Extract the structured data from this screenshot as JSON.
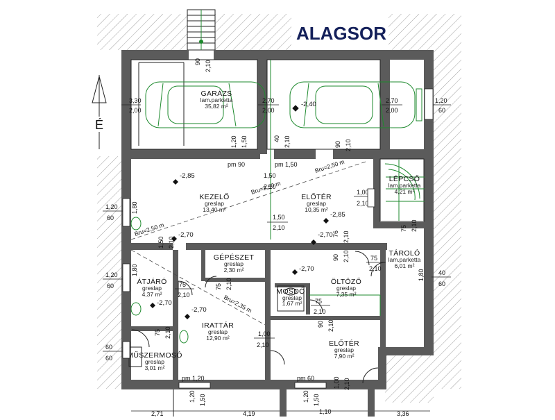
{
  "title": "ALAGSOR",
  "north": "É",
  "rooms": {
    "garazs": {
      "name": "GARÁZS",
      "floor": "lam.parketta",
      "area": "35,82 m²"
    },
    "kezelo": {
      "name": "KEZELŐ",
      "floor": "greslap",
      "area": "13,40 m²"
    },
    "eloter1": {
      "name": "ELŐTÉR",
      "floor": "greslap",
      "area": "10,35 m²"
    },
    "lepcso": {
      "name": "LÉPCSŐ",
      "floor": "lam.parketta",
      "area": "4,21 m²"
    },
    "gepeszet": {
      "name": "GÉPÉSZET",
      "floor": "greslap",
      "area": "2,30 m²"
    },
    "atjaro": {
      "name": "ÁTJÁRÓ",
      "floor": "greslap",
      "area": "4,37 m²"
    },
    "tarolo": {
      "name": "TÁROLÓ",
      "floor": "lam.parketta",
      "area": "6,01 m²"
    },
    "oltozo": {
      "name": "ÖLTÖZŐ",
      "floor": "greslap",
      "area": "7,35 m²"
    },
    "mosdo": {
      "name": "MOSDÓ",
      "floor": "greslap",
      "area": "1,67 m²"
    },
    "irattar": {
      "name": "IRATTÁR",
      "floor": "greslap",
      "area": "12,90 m²"
    },
    "eloter2": {
      "name": "ELŐTÉR",
      "floor": "greslap",
      "area": "7,90 m²"
    },
    "muszermoso": {
      "name": "MŰSZERMOSÓ",
      "floor": "greslap",
      "area": "3,01 m²"
    }
  },
  "levels": {
    "garazs": "-2,40",
    "kezelo": "-2,85",
    "eloter": "-2,85",
    "corr_left": "-2,70",
    "corr_right": "-2,70",
    "oltozo": "-2,70",
    "atjaro": "-2,70",
    "irattar": "-2,70"
  },
  "dimensions": {
    "stair_90": "90",
    "stair_210": "2,10",
    "gar_l_330": "3,30",
    "gar_l_200": "2,00",
    "gar_m_270": "2,70",
    "gar_m_200": "2,00",
    "gar_r_270": "2,70",
    "gar_r_200": "2,00",
    "win_gar_120": "1,20",
    "win_gar_60": "60",
    "d_120": "1,20",
    "d_150": "1,50",
    "d_40": "40",
    "d_210a": "2,10",
    "d_90a": "90",
    "d_210b": "2,10",
    "pm90": "pm 90",
    "pm150": "pm 1,50",
    "bru1": "Bru=2,50 m",
    "bru2": "Bru=2,50 m",
    "bru3": "Bru=2,50 m",
    "bru4": "Bru=2,35 m",
    "k_150": "1,50",
    "k_210": "2,10",
    "k_150b": "1,50",
    "k_210b": "2,10",
    "e_100": "1,00",
    "e_210": "2,10",
    "w_kez_120": "1,20",
    "w_kez_60": "60",
    "w_kez_180": "1,80",
    "l_75": "75",
    "l_210": "2,10",
    "c_150": "1,50",
    "c_210": "2,10",
    "c_76": "76",
    "c_210b": "2,10",
    "t_75": "75",
    "t_210": "2,10",
    "t_90": "90",
    "t_210b": "2,10",
    "w_atj_120": "1,20",
    "w_atj_60": "60",
    "w_atj_180": "1,80",
    "a_75": "75",
    "a_210": "2,10",
    "g_75": "75",
    "g_210": "2,10",
    "w_tar_40": "40",
    "w_tar_60": "60",
    "w_tar_180": "1,80",
    "m_75": "75",
    "m_210": "2,10",
    "o_90": "90",
    "o_210": "2,10",
    "i_100": "1,00",
    "i_210": "2,10",
    "ms_75": "75",
    "ms_210": "2,10",
    "w_ms_60": "60",
    "w_ms_60b": "60",
    "pm120": "pm 1,20",
    "pm60": "pm 60",
    "b_120": "1,20",
    "b_150": "1,50",
    "b_110": "1,10",
    "b_100": "1,00",
    "b_210": "2,10",
    "bot_271": "2,71",
    "bot_419": "4,19",
    "bot_336": "3,36"
  }
}
